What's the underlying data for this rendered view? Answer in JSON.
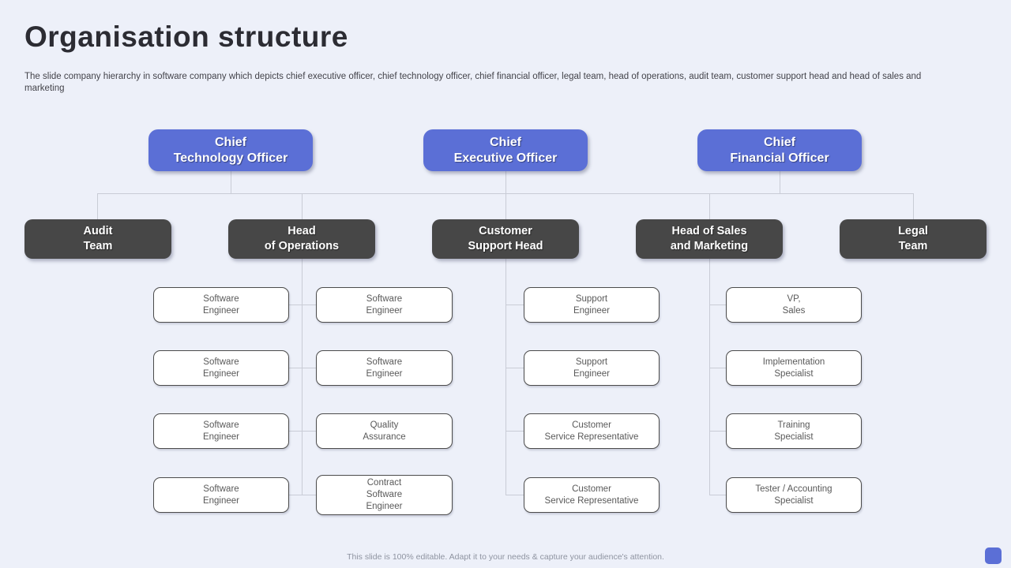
{
  "slide": {
    "title": "Organisation structure",
    "subtitle": "The slide company hierarchy in software company which depicts chief executive officer, chief technology officer, chief financial officer, legal team, head of operations, audit team, customer support head and head of sales and marketing",
    "footer": "This slide is 100% editable.  Adapt it to your needs & capture your audience's attention."
  },
  "colors": {
    "accent": "#5B6FD6",
    "dark": "#474747",
    "bg": "#EDF0F9",
    "line": "#C9CCD6"
  },
  "org_chart": {
    "executives": [
      {
        "label": "Chief\nTechnology Officer"
      },
      {
        "label": "Chief\nExecutive Officer"
      },
      {
        "label": "Chief\nFinancial Officer"
      }
    ],
    "departments": [
      {
        "label": "Audit\nTeam"
      },
      {
        "label": "Head\nof Operations"
      },
      {
        "label": "Customer\nSupport Head"
      },
      {
        "label": "Head of Sales\nand Marketing"
      },
      {
        "label": "Legal\nTeam"
      }
    ],
    "operations_col1": [
      "Software\nEngineer",
      "Software\nEngineer",
      "Software\nEngineer",
      "Software\nEngineer"
    ],
    "operations_col2": [
      "Software\nEngineer",
      "Software\nEngineer",
      "Quality\nAssurance",
      "Contract\nSoftware\nEngineer"
    ],
    "support_col": [
      "Support\nEngineer",
      "Support\nEngineer",
      "Customer\nService Representative",
      "Customer\nService Representative"
    ],
    "sales_col": [
      "VP,\nSales",
      "Implementation\nSpecialist",
      "Training\nSpecialist",
      "Tester / Accounting\nSpecialist"
    ]
  }
}
